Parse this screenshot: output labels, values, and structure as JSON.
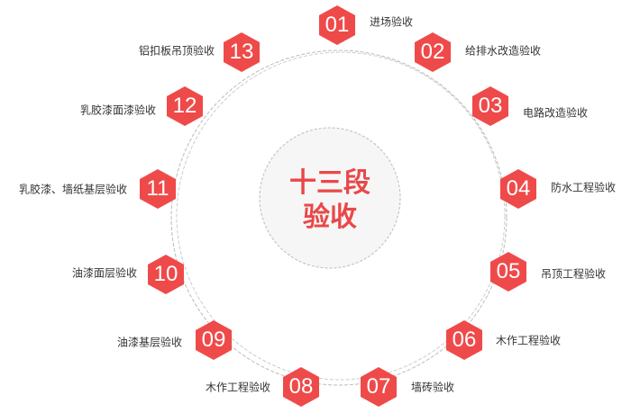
{
  "center": {
    "line1": "十三段",
    "line2": "验收"
  },
  "colors": {
    "accent": "#ef4a4a",
    "inner_fill": "#f6f6f6"
  },
  "steps": [
    {
      "num": "01",
      "label": "进场验收"
    },
    {
      "num": "02",
      "label": "给排水改造验收"
    },
    {
      "num": "03",
      "label": "电路改造验收"
    },
    {
      "num": "04",
      "label": "防水工程验收"
    },
    {
      "num": "05",
      "label": "吊顶工程验收"
    },
    {
      "num": "06",
      "label": "木作工程验收"
    },
    {
      "num": "07",
      "label": "墙砖验收"
    },
    {
      "num": "08",
      "label": "木作工程验收"
    },
    {
      "num": "09",
      "label": "油漆基层验收"
    },
    {
      "num": "10",
      "label": "油漆面层验收"
    },
    {
      "num": "11",
      "label": "乳胶漆、墙纸基层验收"
    },
    {
      "num": "12",
      "label": "乳胶漆面漆验收"
    },
    {
      "num": "13",
      "label": "铝扣板吊顶验收"
    }
  ]
}
